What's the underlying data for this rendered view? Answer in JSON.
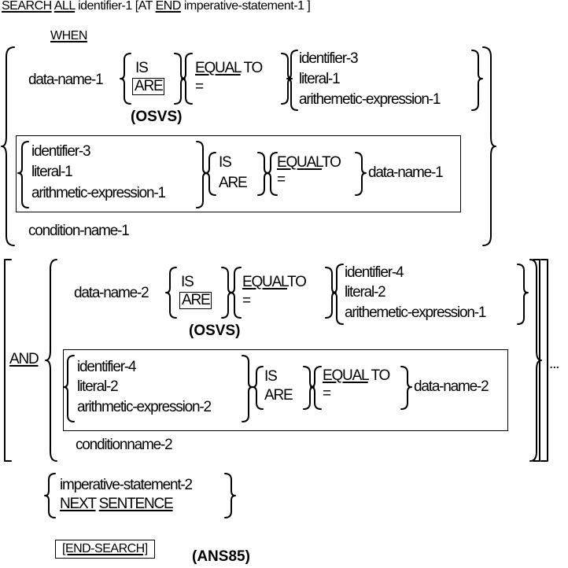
{
  "header": {
    "search": "SEARCH",
    "all": "ALL",
    "identifier1": "identifier-1",
    "at_open": "[AT",
    "end": "END",
    "imperative1": "imperative-statement-1 ]"
  },
  "when": "WHEN",
  "clause1": {
    "data_name": "data-name-1",
    "is": "IS",
    "are": "ARE",
    "osvs": "(OSVS)",
    "equal": "EQUAL",
    "to": "TO",
    "eq_sign": "=",
    "identifier": "identifier-3",
    "literal": "literal-1",
    "arith": "arithemetic-expression-1",
    "inner_identifier": "identifier-3",
    "inner_literal": "literal-1",
    "inner_arith": "arithmetic-expression-1",
    "inner_is": "IS",
    "inner_are": "ARE",
    "inner_equal": "EQUAL",
    "inner_to": "TO",
    "inner_eq_sign": "=",
    "inner_data_name": "data-name-1",
    "condition": "condition-name-1"
  },
  "and": "AND",
  "clause2": {
    "data_name": "data-name-2",
    "is": "IS",
    "are": "ARE",
    "osvs": "(OSVS)",
    "equal": "EQUAL",
    "to": "TO",
    "eq_sign": "=",
    "identifier": "identifier-4",
    "literal": "literal-2",
    "arith": "arithemetic-expression-1",
    "inner_identifier": "identifier-4",
    "inner_literal": "literal-2",
    "inner_arith": "arithmetic-expression-2",
    "inner_is": "IS",
    "inner_are": "ARE",
    "inner_equal": "EQUAL",
    "inner_to": "TO",
    "inner_eq_sign": "=",
    "inner_data_name": "data-name-2",
    "condition": "conditionname-2"
  },
  "ellipsis": "...",
  "tail": {
    "imperative2": "imperative-statement-2",
    "next": "NEXT",
    "sentence": "SENTENCE",
    "end_search": "[END-SEARCH]",
    "ans85": "(ANS85)"
  }
}
